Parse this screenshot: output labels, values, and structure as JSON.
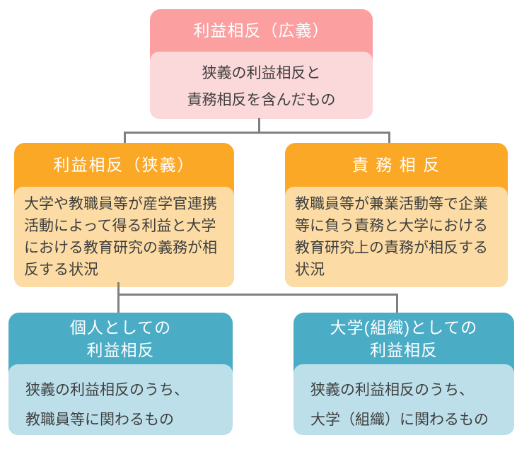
{
  "nodes": {
    "broad": {
      "header": "利益相反（広義）",
      "body": "狭義の利益相反と\n責務相反を含んだもの"
    },
    "narrow": {
      "header": "利益相反（狭義）",
      "body": "大学や教職員等が産学官連携\n活動によって得る利益と大学\nにおける教育研究の義務が相\n反する状況"
    },
    "duty": {
      "header": "責 務 相 反",
      "body": "教職員等が兼業活動等で企業\n等に負う責務と大学における\n教育研究上の責務が相反する\n状況"
    },
    "personal": {
      "header": "個人としての\n利益相反",
      "body": "狭義の利益相反のうち、\n教職員等に関わるもの"
    },
    "organizational": {
      "header": "大学(組織)としての\n利益相反",
      "body": "狭義の利益相反のうち、\n大学（組織）に関わるもの"
    }
  },
  "colors": {
    "pink_header": "#FB9FA1",
    "pink_body": "#FBD8DA",
    "orange_header": "#FCA827",
    "orange_body": "#FCDCA4",
    "teal_header": "#4BACC6",
    "teal_body": "#BCDFE9",
    "connector": "#808080",
    "header_text": "#FFFFFF",
    "body_text": "#3F3F3F"
  }
}
